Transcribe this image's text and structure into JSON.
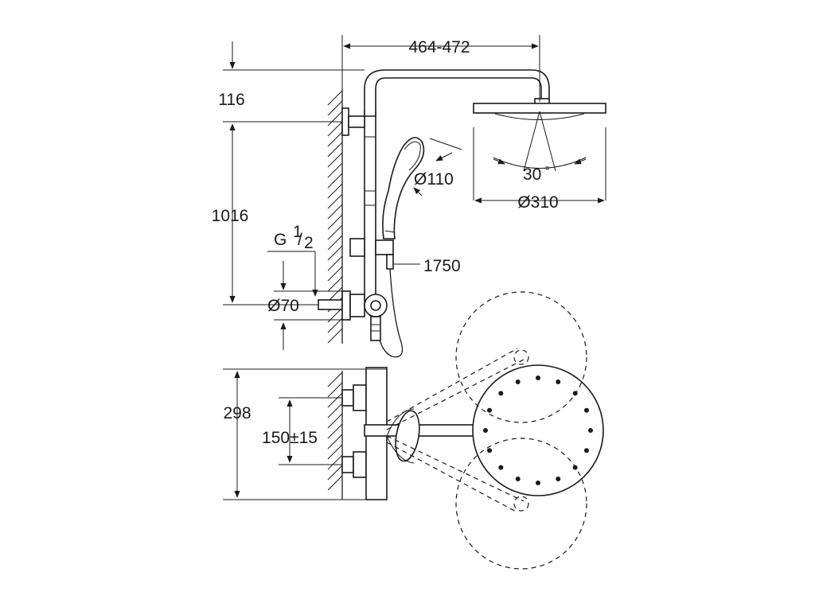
{
  "dimensions": {
    "arm_reach": "464-472",
    "wall_to_arm": "116",
    "rail_height": "1016",
    "thread_main": "G",
    "thread_num": "1",
    "thread_den": "2",
    "flange_diameter": "Ø70",
    "handshower_diameter": "Ø110",
    "hose_length": "1750",
    "head_tilt": "30",
    "head_tilt_unit": "°",
    "head_diameter": "Ø310",
    "projection_depth": "298",
    "inlet_spacing": "150±15"
  }
}
